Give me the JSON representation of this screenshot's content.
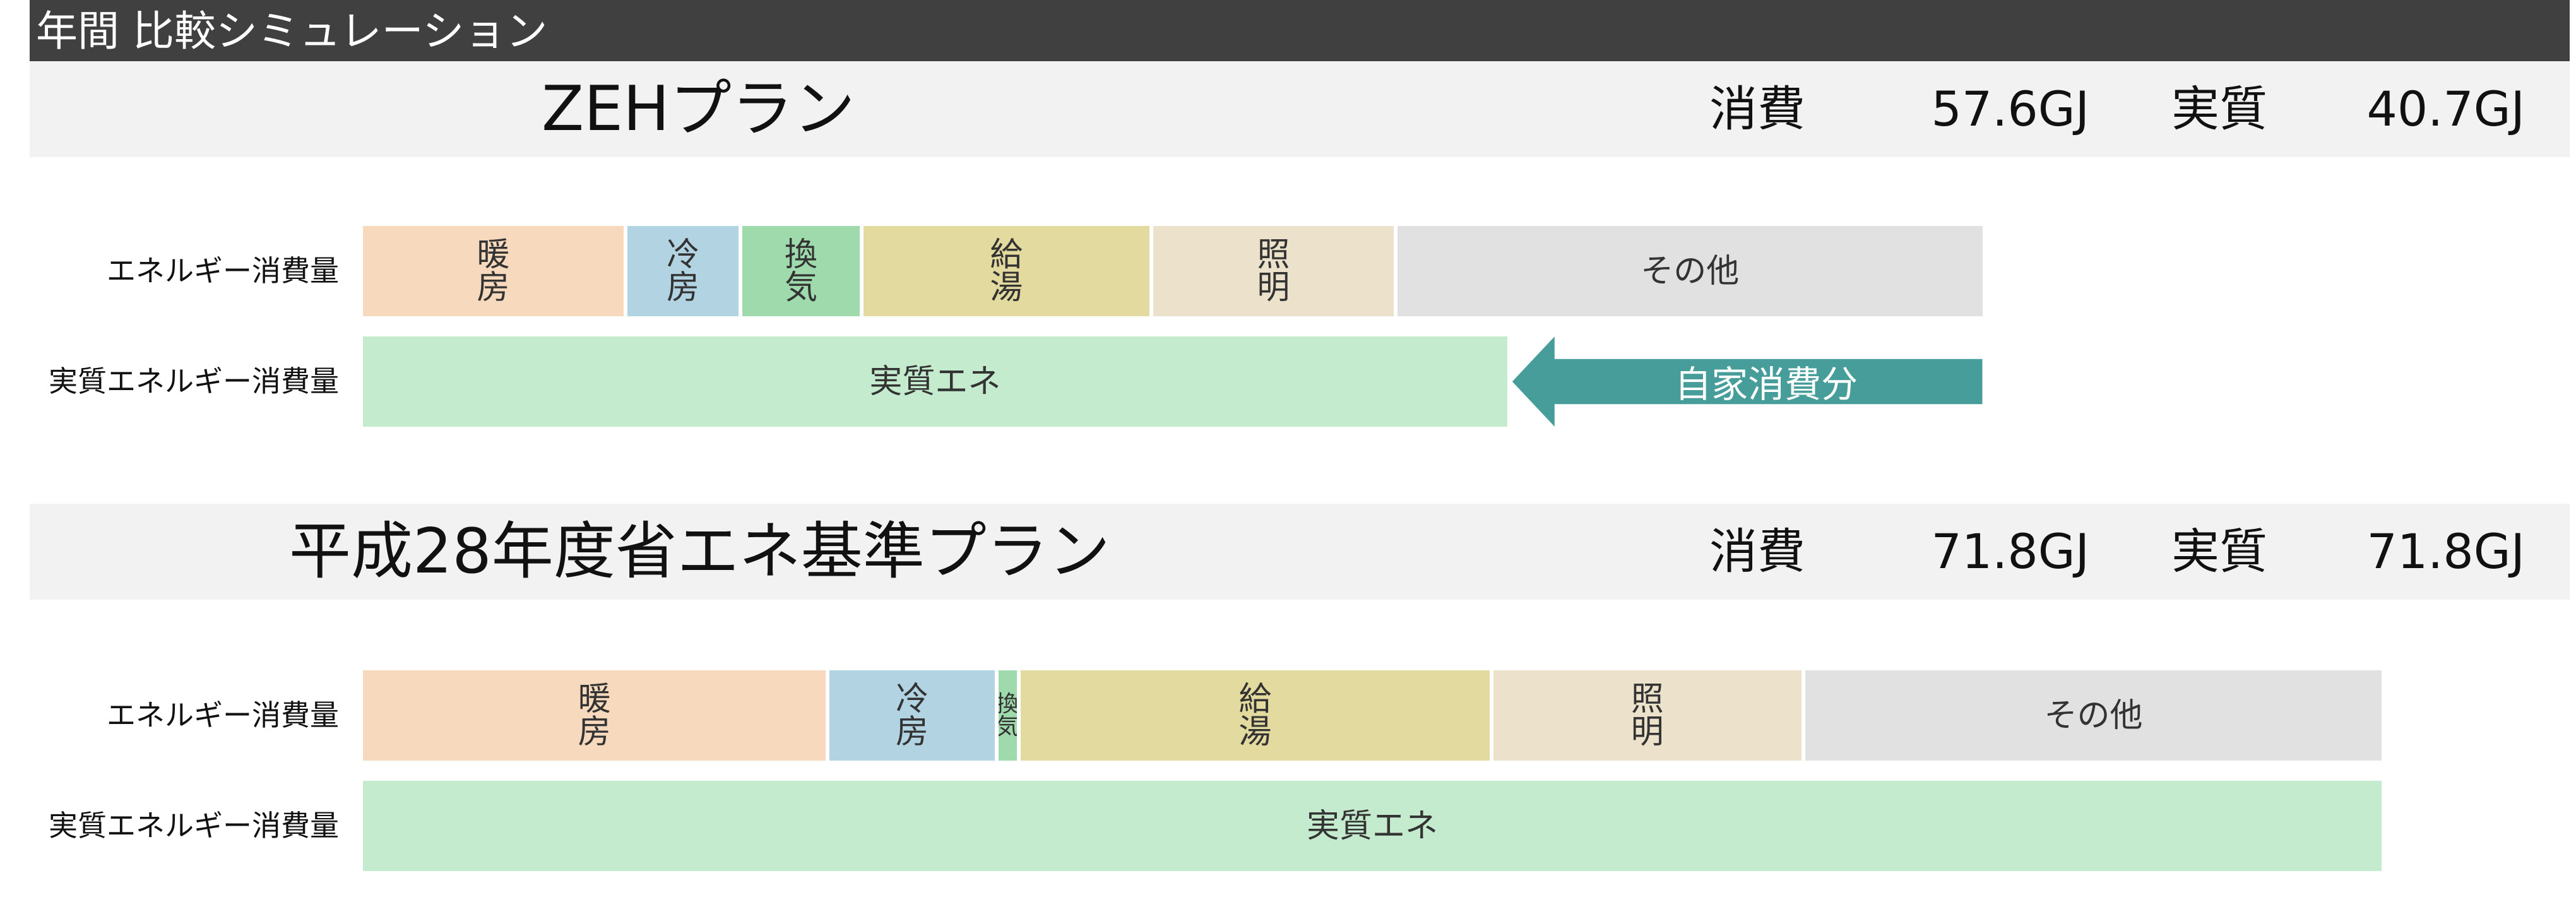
{
  "header": {
    "title": "年間 比較シミュレーション"
  },
  "stat_labels": {
    "consumption": "消費",
    "real": "実質"
  },
  "row_labels": {
    "energy": "エネルギー消費量",
    "real_energy": "実質エネルギー消費量"
  },
  "colors": {
    "暖房": "#f7dabd",
    "冷房": "#b1d3e2",
    "換気": "#9fdaad",
    "給湯": "#e3da9f",
    "照明": "#ece2cb",
    "その他": "#e1e1e1",
    "実質エネ": "#c4ebcd",
    "自家消費分": "#469d99"
  },
  "chart_data": [
    {
      "type": "bar",
      "plan": "ZEHプラン",
      "consumption": "57.6GJ",
      "real": "40.7GJ",
      "xlim": [
        0,
        71.8
      ],
      "rows": [
        {
          "label": "エネルギー消費量",
          "segments": [
            {
              "name": "暖房",
              "text": "暖\n房",
              "value": 9.4
            },
            {
              "name": "冷房",
              "text": "冷\n房",
              "value": 4.1
            },
            {
              "name": "換気",
              "text": "換\n気",
              "value": 4.3
            },
            {
              "name": "給湯",
              "text": "給\n湯",
              "value": 10.3
            },
            {
              "name": "照明",
              "text": "照\n明",
              "value": 8.7
            },
            {
              "name": "その他",
              "text": "その他",
              "value": 20.8
            }
          ]
        },
        {
          "label": "実質エネルギー消費量",
          "segments": [
            {
              "name": "実質エネ",
              "text": "実質エネ",
              "value": 40.7
            }
          ],
          "arrow": {
            "name": "自家消費分",
            "text": "自家消費分",
            "value": 16.9
          }
        }
      ]
    },
    {
      "type": "bar",
      "plan": "平成28年度省エネ基準プラン",
      "consumption": "71.8GJ",
      "real": "71.8GJ",
      "xlim": [
        0,
        71.8
      ],
      "rows": [
        {
          "label": "エネルギー消費量",
          "segments": [
            {
              "name": "暖房",
              "text": "暖\n房",
              "value": 16.6
            },
            {
              "name": "冷房",
              "text": "冷\n房",
              "value": 6.0
            },
            {
              "name": "換気",
              "text": "換\n気",
              "value": 0.8
            },
            {
              "name": "給湯",
              "text": "給\n湯",
              "value": 16.8
            },
            {
              "name": "照明",
              "text": "照\n明",
              "value": 11.1
            },
            {
              "name": "その他",
              "text": "その他",
              "value": 20.5
            }
          ]
        },
        {
          "label": "実質エネルギー消費量",
          "segments": [
            {
              "name": "実質エネ",
              "text": "実質エネ",
              "value": 71.8
            }
          ]
        }
      ]
    }
  ]
}
